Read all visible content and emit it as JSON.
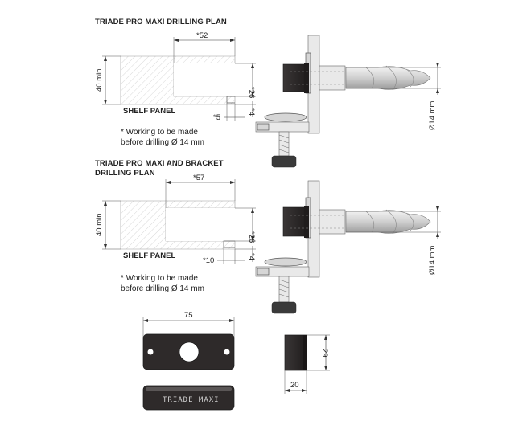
{
  "section1": {
    "title": "TRIADE PRO MAXI DRILLING PLAN",
    "dim_width": "*52",
    "dim_height": "*26",
    "dim_offset": "*5",
    "dim_lip": "*4",
    "dim_panel": "40 min.",
    "panel_label": "SHELF PANEL",
    "note_line1": "* Working to be made",
    "note_line2": "before drilling Ø 14 mm",
    "drill_dim": "Ø14 mm"
  },
  "section2": {
    "title_line1": "TRIADE PRO MAXI AND BRACKET",
    "title_line2": "DRILLING PLAN",
    "dim_width": "*57",
    "dim_height": "*26",
    "dim_offset": "*10",
    "dim_lip": "*4",
    "dim_panel": "40 min.",
    "panel_label": "SHELF PANEL",
    "note_line1": "* Working to be made",
    "note_line2": "before drilling Ø 14 mm",
    "drill_dim": "Ø14 mm"
  },
  "part": {
    "width_dim": "75",
    "height_dim": "29",
    "depth_dim": "20",
    "engraving": "TRIADE MAXI"
  },
  "colors": {
    "dark_part": "#2b2828",
    "metal": "#d6d6d6",
    "line": "#333333"
  }
}
